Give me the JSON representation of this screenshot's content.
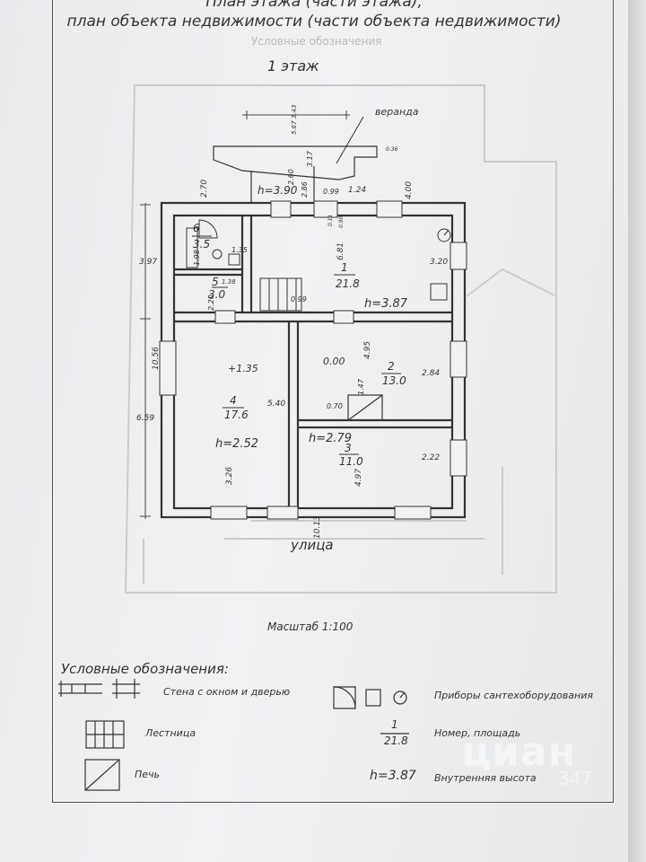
{
  "header": {
    "line1": "План этажа (части этажа),",
    "line2": "план объекта недвижимости (части объекта недвижимости)",
    "floor": "1 этаж"
  },
  "plan": {
    "veranda_label": "веранда",
    "street_label": "улица",
    "scale_label": "Масштаб 1:100",
    "rooms": [
      {
        "num": "1",
        "area": "21.8",
        "height": "h=3.87"
      },
      {
        "num": "2",
        "area": "13.0"
      },
      {
        "num": "3",
        "area": "11.0"
      },
      {
        "num": "4",
        "area": "17.6",
        "height": "h=2.52"
      },
      {
        "num": "5",
        "area": "3.0"
      },
      {
        "num": "6",
        "area": "3.5"
      }
    ],
    "heights": {
      "veranda": "h=3.90",
      "room3": "h=2.79"
    },
    "levels": {
      "room4": "+1.35",
      "room2": "0.00"
    },
    "dims": {
      "top1": "5.67 3.43",
      "d270": "2.70",
      "d260": "2.60",
      "d317": "3.17",
      "d036": "0.36",
      "d286": "2.86",
      "d099a": "0.99",
      "d124": "1.24",
      "d400": "4.00",
      "d397": "3.97",
      "d198": "1.98",
      "d135": "1.35",
      "d681": "6.81",
      "d320": "3.20",
      "d138": "1.38",
      "d220": "2.20",
      "d099b": "0.99",
      "d011": "0.11",
      "d090": "0.90",
      "d1056": "10.56",
      "d659": "6.59",
      "d495": "4.95",
      "d284": "2.84",
      "d540": "5.40",
      "d147": "1.47",
      "d070": "0.70",
      "d326": "3.26",
      "d497": "4.97",
      "d222": "2.22",
      "d1013": "10.13"
    }
  },
  "legend": {
    "title": "Условные обозначения:",
    "wall": "Стена с окном и дверью",
    "stairs": "Лестница",
    "stove": "Печь",
    "fixtures": "Приборы сантехоборудования",
    "num_area": "Номер, площадь",
    "inner_height": "Внутренняя высота",
    "sample_num": "1",
    "sample_area": "21.8",
    "sample_height": "h=3.87"
  },
  "watermark": {
    "brand": "циан",
    "code": "347"
  }
}
